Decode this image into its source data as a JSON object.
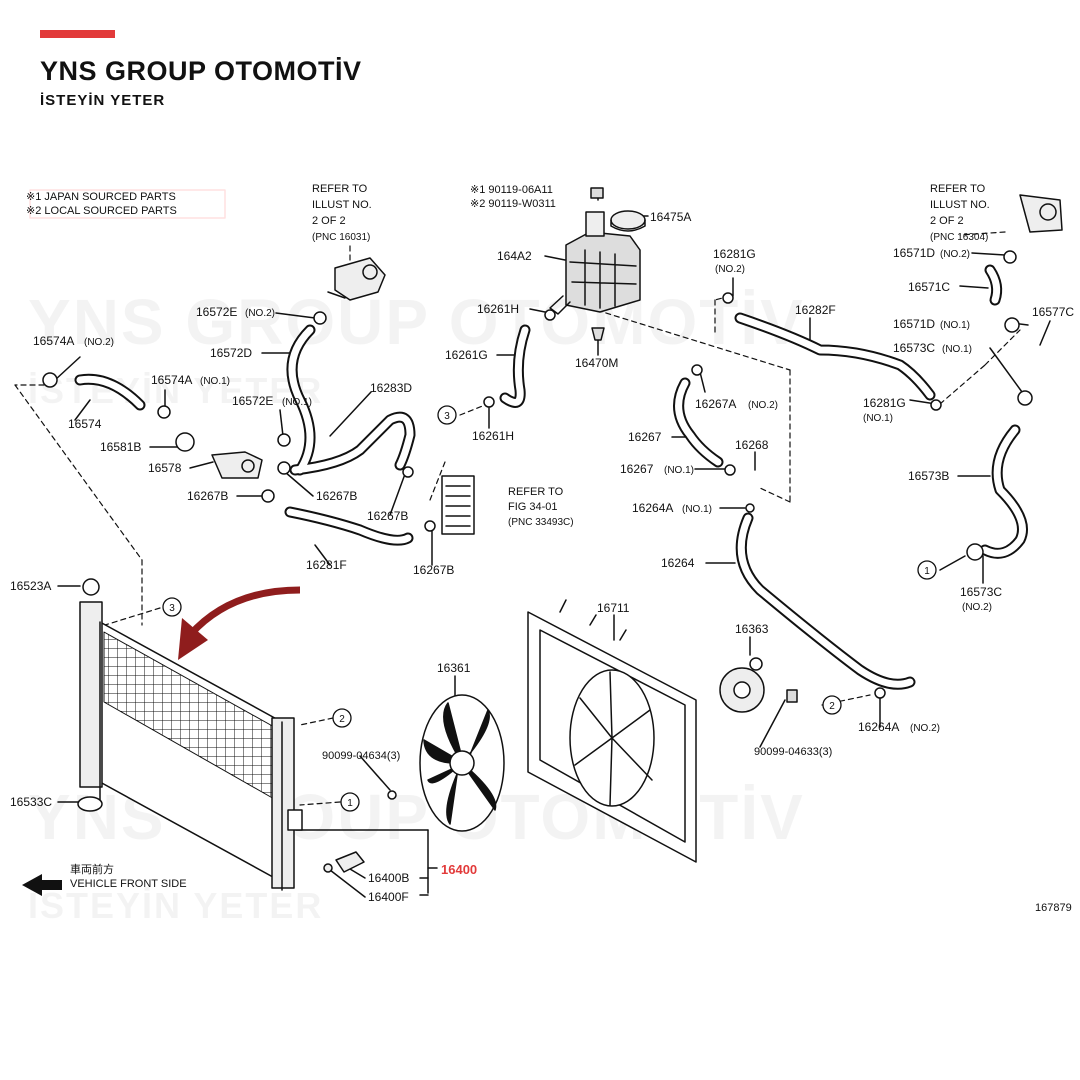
{
  "brand": {
    "title": "YNS GROUP OTOMOTİV",
    "subtitle": "İSTEYİN YETER"
  },
  "watermark": {
    "line1": "YNS GROUP OTOMOTİV",
    "line2": "İSTEYİN YETER"
  },
  "legend": {
    "note1": "※1  JAPAN SOURCED PARTS",
    "note2": "※2  LOCAL SOURCED PARTS"
  },
  "refs": {
    "left": [
      "REFER TO",
      "ILLUST NO.",
      "2 OF 2",
      "(PNC 16031)"
    ],
    "right": [
      "REFER TO",
      "ILLUST NO.",
      "2 OF 2",
      "(PNC 16304)"
    ],
    "fig": [
      "REFER TO",
      "FIG 34-01",
      "(PNC 33493C)"
    ]
  },
  "parts": {
    "p_9011906A11": "※1  90119-06A11",
    "p_90119W0311": "※2  90119-W0311",
    "p_16475A": "16475A",
    "p_164A2": "164A2",
    "p_16261H_a": "16261H",
    "p_16470M": "16470M",
    "p_16261G": "16261G",
    "p_16261H_b": "16261H",
    "p_16281G_a": "16281G",
    "p_no2_a": "(NO.2)",
    "p_16282F": "16282F",
    "p_16267A": "16267A",
    "p_16267A_no2": "(NO.2)",
    "p_16281G_b": "16281G",
    "p_no1_a": "(NO.1)",
    "p_16571D_a": "16571D",
    "p_16571D_a_no": "(NO.2)",
    "p_16571C": "16571C",
    "p_16571D_b": "16571D",
    "p_16571D_b_no": "(NO.1)",
    "p_16577C": "16577C",
    "p_16573C_a": "16573C",
    "p_16573C_a_no": "(NO.1)",
    "p_16573B": "16573B",
    "p_16573C_b": "16573C",
    "p_16573C_b_no": "(NO.2)",
    "p_16572E_a": "16572E",
    "p_16572E_a_no": "(NO.2)",
    "p_16572D": "16572D",
    "p_16574A_a": "16574A",
    "p_16574A_a_no": "(NO.2)",
    "p_16574A_b": "16574A",
    "p_16574A_b_no": "(NO.1)",
    "p_16574": "16574",
    "p_16572E_b": "16572E",
    "p_16572E_b_no": "(NO.1)",
    "p_16283D": "16283D",
    "p_16581B": "16581B",
    "p_16578": "16578",
    "p_16267B_a": "16267B",
    "p_16267B_b": "16267B",
    "p_16267B_c": "16267B",
    "p_16267B_d": "16267B",
    "p_16281F": "16281F",
    "p_16267": "16267",
    "p_16268": "16268",
    "p_16267_no1": "16267",
    "p_16267_no1_no": "(NO.1)",
    "p_16264A_no1": "16264A",
    "p_16264A_no1_no": "(NO.1)",
    "p_16264": "16264",
    "p_16523A": "16523A",
    "p_16711": "16711",
    "p_16363": "16363",
    "p_16361": "16361",
    "p_9009904634": "90099-04634(3)",
    "p_9009904633": "90099-04633(3)",
    "p_16264A_no2": "16264A",
    "p_16264A_no2_no": "(NO.2)",
    "p_16533C": "16533C",
    "p_16400": "16400",
    "p_16400B": "16400B",
    "p_16400F": "16400F",
    "p_code": "167879"
  },
  "callouts": [
    "1",
    "2",
    "3"
  ],
  "direction": {
    "jp": "車両前方",
    "en": "VEHICLE FRONT SIDE"
  },
  "colors": {
    "accent": "#e23a3a",
    "arrow": "#8f1d1d",
    "line": "#111111"
  }
}
